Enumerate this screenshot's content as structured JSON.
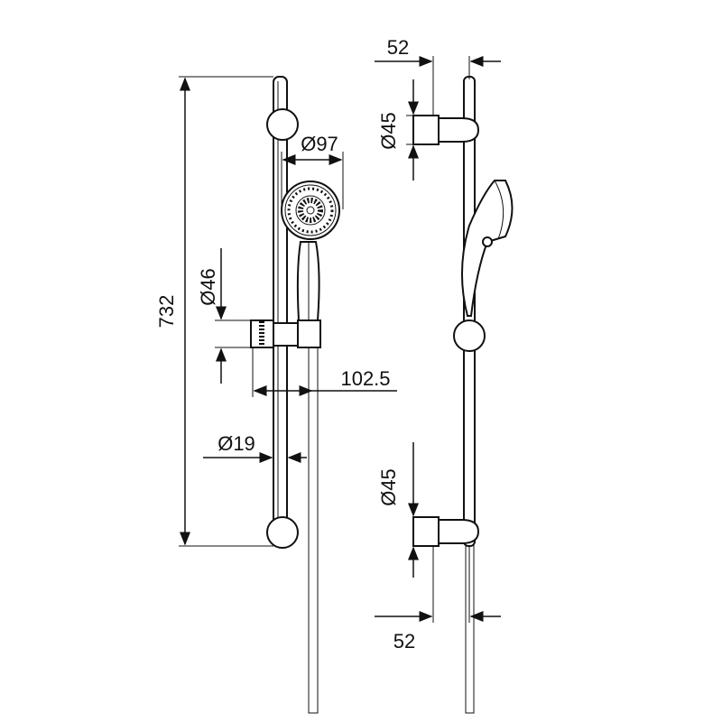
{
  "drawing": {
    "front_view": {
      "height_label": "732",
      "head_diameter_label": "Ø97",
      "holder_diameter_label": "Ø46",
      "projection_label": "102.5",
      "rail_diameter_label": "Ø19"
    },
    "side_view": {
      "top_offset_label": "52",
      "top_bracket_diameter_label": "Ø45",
      "bottom_bracket_diameter_label": "Ø45",
      "bottom_offset_label": "52"
    }
  }
}
